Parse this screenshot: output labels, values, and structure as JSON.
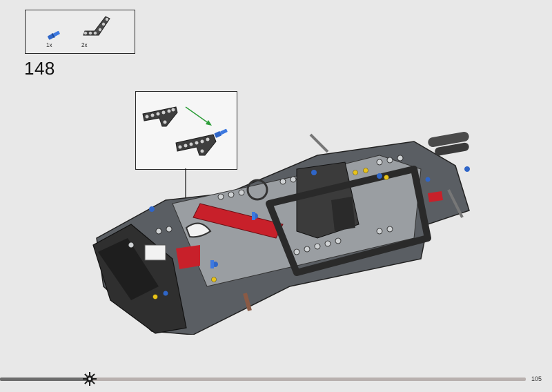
{
  "parts": [
    {
      "qty_label": "1x",
      "icon": "blue-pin-icon",
      "color": "#2f66c8"
    },
    {
      "qty_label": "2x",
      "icon": "triangle-beam-icon",
      "color": "#4a4a4a"
    }
  ],
  "step": {
    "number": "148"
  },
  "callout": {
    "icon": "callout-assembly-icon",
    "arrow_color": "#2e9e3a"
  },
  "page": {
    "number": "105",
    "progress": 0.17
  },
  "colors": {
    "background": "#e8e8e8",
    "model_dark": "#3b3b3b",
    "model_grey": "#8f9397",
    "accent_red": "#c8202a",
    "accent_blue": "#2f66c8",
    "accent_yellow": "#e8c31a"
  }
}
